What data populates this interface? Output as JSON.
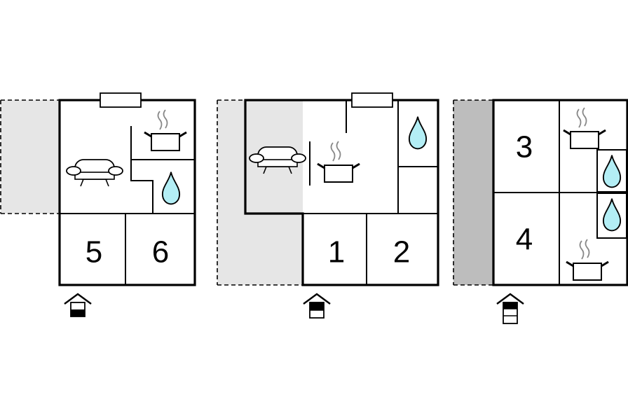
{
  "plans": [
    {
      "floor_fill": "#e6e6e6",
      "rooms": [
        "5",
        "6"
      ],
      "indicator": "entrance-icon",
      "active_level": 0
    },
    {
      "floor_fill": "#e6e6e6",
      "rooms": [
        "1",
        "2"
      ],
      "indicator": "entrance-icon",
      "active_level": 1
    },
    {
      "floor_fill": "#bdbdbd",
      "rooms": [
        "3",
        "4"
      ],
      "indicator": "entrance-icon",
      "active_level": 2
    }
  ],
  "colors": {
    "water": "#b3eef5",
    "line": "#000000",
    "steam": "#888888"
  },
  "icons": [
    "sofa-icon",
    "cooking-pot-icon",
    "water-drop-icon",
    "window-icon",
    "entrance-icon"
  ]
}
